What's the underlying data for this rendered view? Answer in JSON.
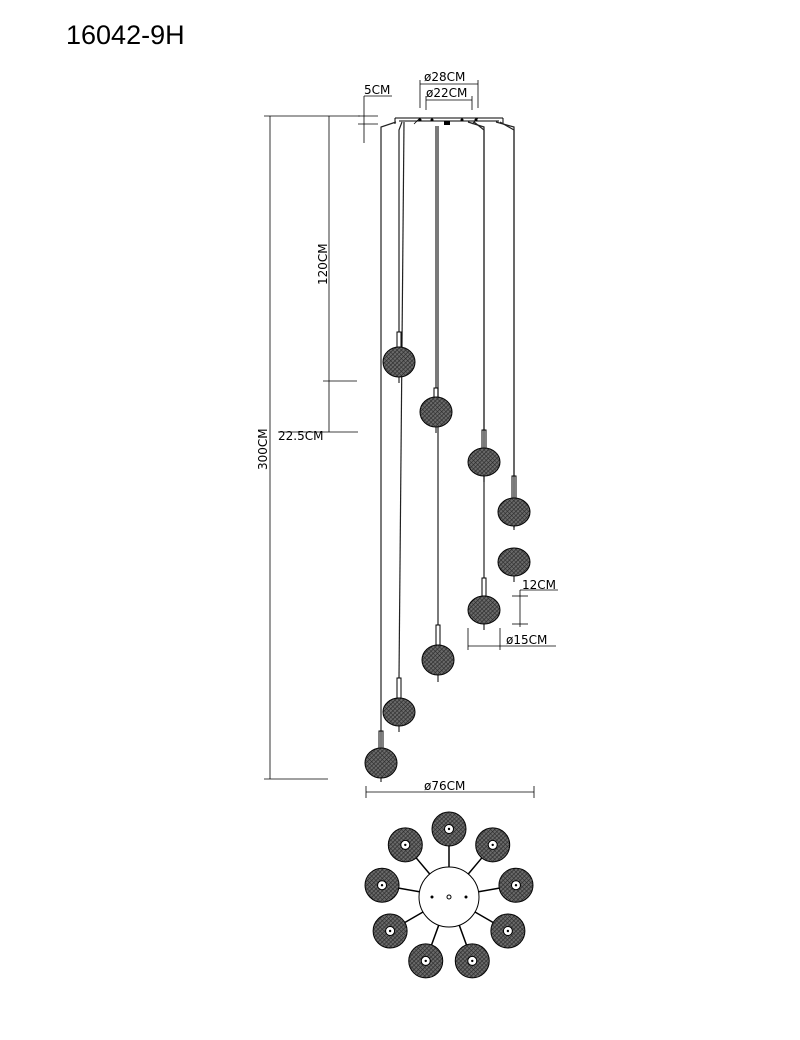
{
  "title": "16042-9H",
  "dimensions": {
    "canopy_outer": "ø28CM",
    "canopy_inner": "ø22CM",
    "canopy_height": "5CM",
    "drop_min": "120CM",
    "spacing": "22.5CM",
    "drop_max": "300CM",
    "shade_height": "12CM",
    "shade_diameter": "ø15CM",
    "spread": "ø76CM"
  },
  "pendant_count": 9,
  "colors": {
    "line": "#000000",
    "shade": "#555555"
  }
}
